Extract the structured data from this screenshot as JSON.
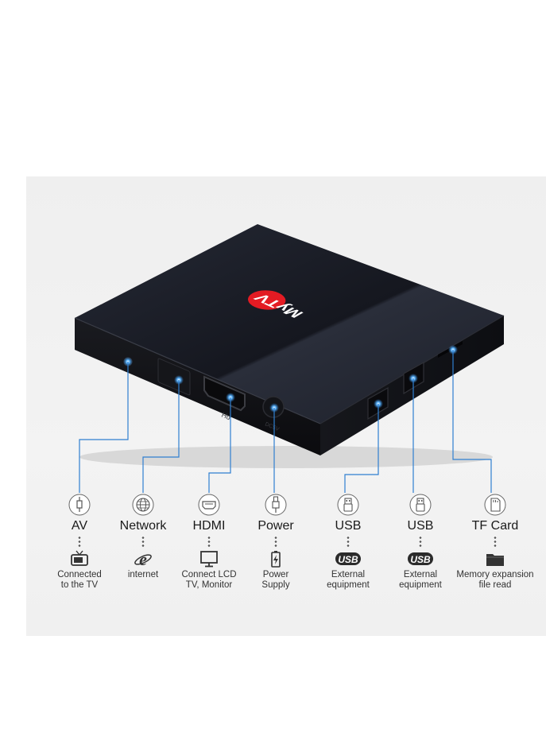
{
  "product": {
    "logo_text": "MyTV",
    "hdmi_label": "Hd",
    "dc_label": "DC5V"
  },
  "ports": [
    {
      "name": "AV",
      "icon": "av-plug-icon",
      "device_icon": "tv-icon",
      "description": "Connected\nto the TV"
    },
    {
      "name": "Network",
      "icon": "globe-icon",
      "device_icon": "internet-explorer-icon",
      "description": "internet"
    },
    {
      "name": "HDMI",
      "icon": "hdmi-port-icon",
      "device_icon": "monitor-icon",
      "description": "Connect LCD\nTV, Monitor"
    },
    {
      "name": "Power",
      "icon": "power-plug-icon",
      "device_icon": "battery-icon",
      "description": "Power\nSupply"
    },
    {
      "name": "USB",
      "icon": "usb-port-icon",
      "device_icon": "usb-logo-icon",
      "device_text": "USB",
      "description": "External\nequipment"
    },
    {
      "name": "USB",
      "icon": "usb-port-icon",
      "device_icon": "usb-logo-icon",
      "device_text": "USB",
      "description": "External\nequipment"
    },
    {
      "name": "TF Card",
      "icon": "sd-card-icon",
      "device_icon": "folder-icon",
      "description": "Memory expansion\nfile read"
    }
  ],
  "colors": {
    "box_top": "#1a1d26",
    "box_side": "#0c0d11",
    "logo_red": "#e31b23",
    "callout_line": "#2f7fd0",
    "port_glow": "#3da0ff",
    "panel": "#f0f0f0"
  }
}
